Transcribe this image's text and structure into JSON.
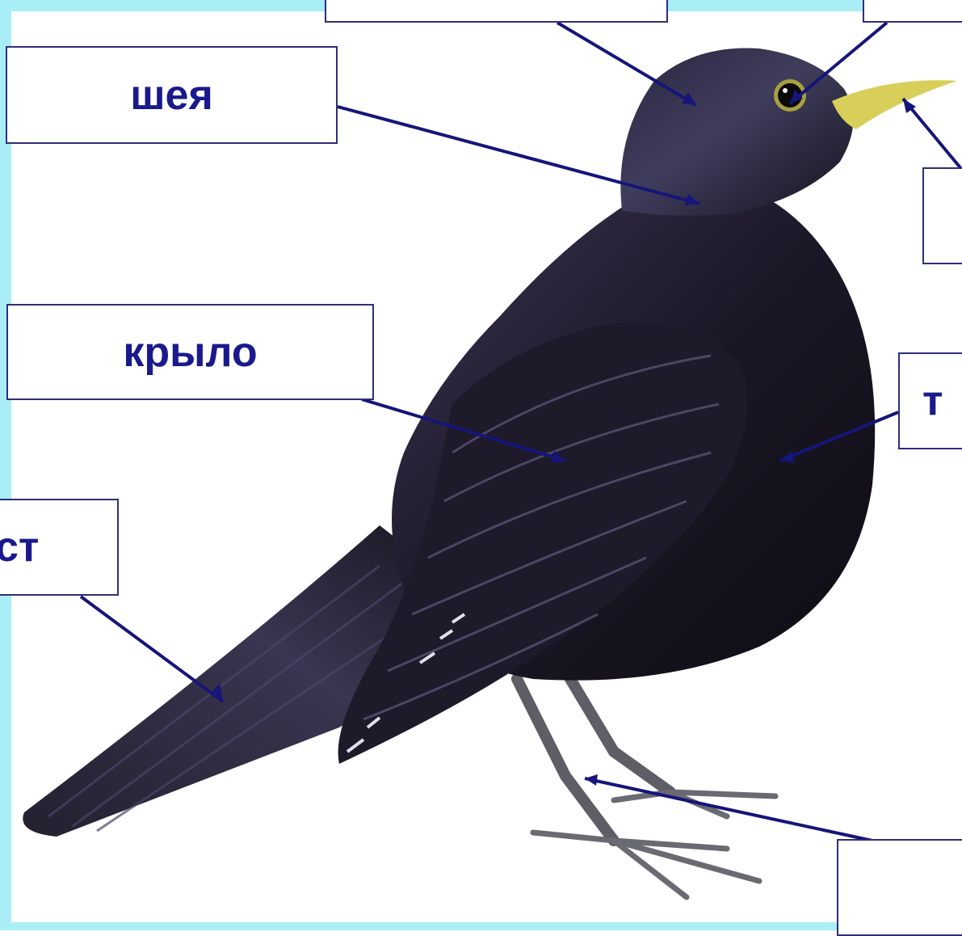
{
  "colors": {
    "frame": "#a9eef6",
    "label_text": "#1a1a8c",
    "label_border": "#2e2e7a",
    "pointer_line": "#15157a",
    "bird": "#17131f",
    "beak": "#d8cf5a"
  },
  "labels": {
    "top_center": "",
    "top_right": "",
    "neck": "шея",
    "beak": "",
    "wing": "крыло",
    "body": "т",
    "tail": "ст",
    "leg": ""
  }
}
